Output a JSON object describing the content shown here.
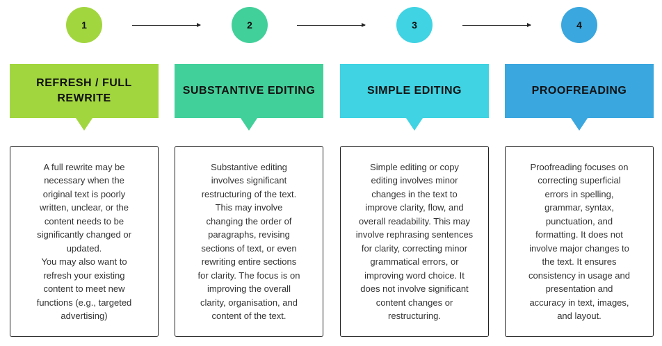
{
  "steps": [
    {
      "number": "1",
      "title": "REFRESH / FULL REWRITE",
      "description": "A full rewrite may be\nnecessary when the\noriginal text is poorly\nwritten, unclear, or the\ncontent needs to be\nsignificantly changed or\nupdated.\nYou may also want to\nrefresh your existing\ncontent to meet new\nfunctions (e.g., targeted\nadvertising)",
      "color": "#a2d63f"
    },
    {
      "number": "2",
      "title": "SUBSTANTIVE EDITING",
      "description": "Substantive editing\ninvolves significant\nrestructuring of the text.\nThis may involve\nchanging the order of\nparagraphs, revising\nsections of text, or even\nrewriting entire sections\nfor clarity. The focus is on\nimproving the overall\nclarity, organisation, and\ncontent of the text.",
      "color": "#42d09a"
    },
    {
      "number": "3",
      "title": "SIMPLE EDITING",
      "description": "Simple editing or copy\nediting involves minor\nchanges in the text to\nimprove clarity, flow, and\noverall readability. This may\ninvolve rephrasing sentences\nfor clarity, correcting minor\ngrammatical errors, or\nimproving word choice. It\ndoes not involve significant\ncontent changes or\nrestructuring.",
      "color": "#3fd3e3"
    },
    {
      "number": "4",
      "title": "PROOFREADING",
      "description": "Proofreading focuses on\ncorrecting superficial\nerrors in spelling,\ngrammar, syntax,\npunctuation, and\nformatting. It does not\ninvolve major changes to\nthe text. It ensures\nconsistency in usage and\npresentation and\naccuracy in text, images,\nand layout.",
      "color": "#3aa7df"
    }
  ]
}
